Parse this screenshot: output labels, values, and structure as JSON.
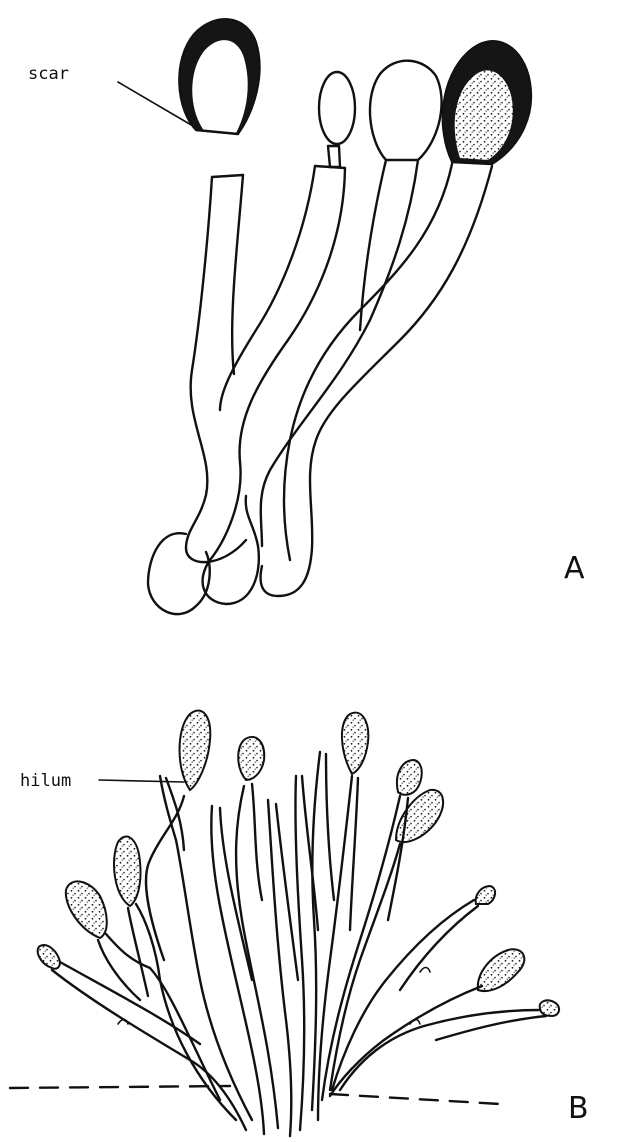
{
  "figure": {
    "panel_a": {
      "letter": "A",
      "label": "scar"
    },
    "panel_b": {
      "letter": "B",
      "label": "hilum"
    }
  }
}
